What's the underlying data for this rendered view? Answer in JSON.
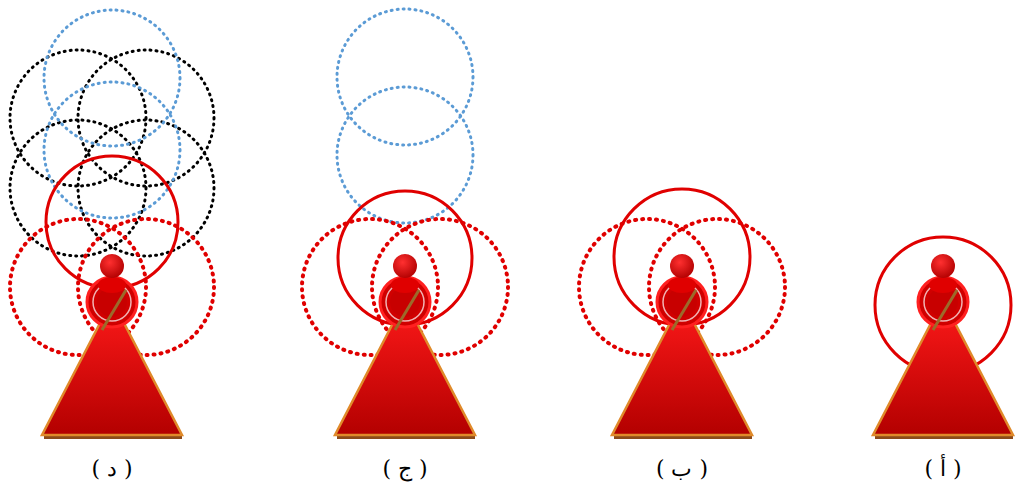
{
  "diagram": {
    "labels": [
      "( أ )",
      "( ب )",
      "( ج )",
      "( د )"
    ]
  }
}
